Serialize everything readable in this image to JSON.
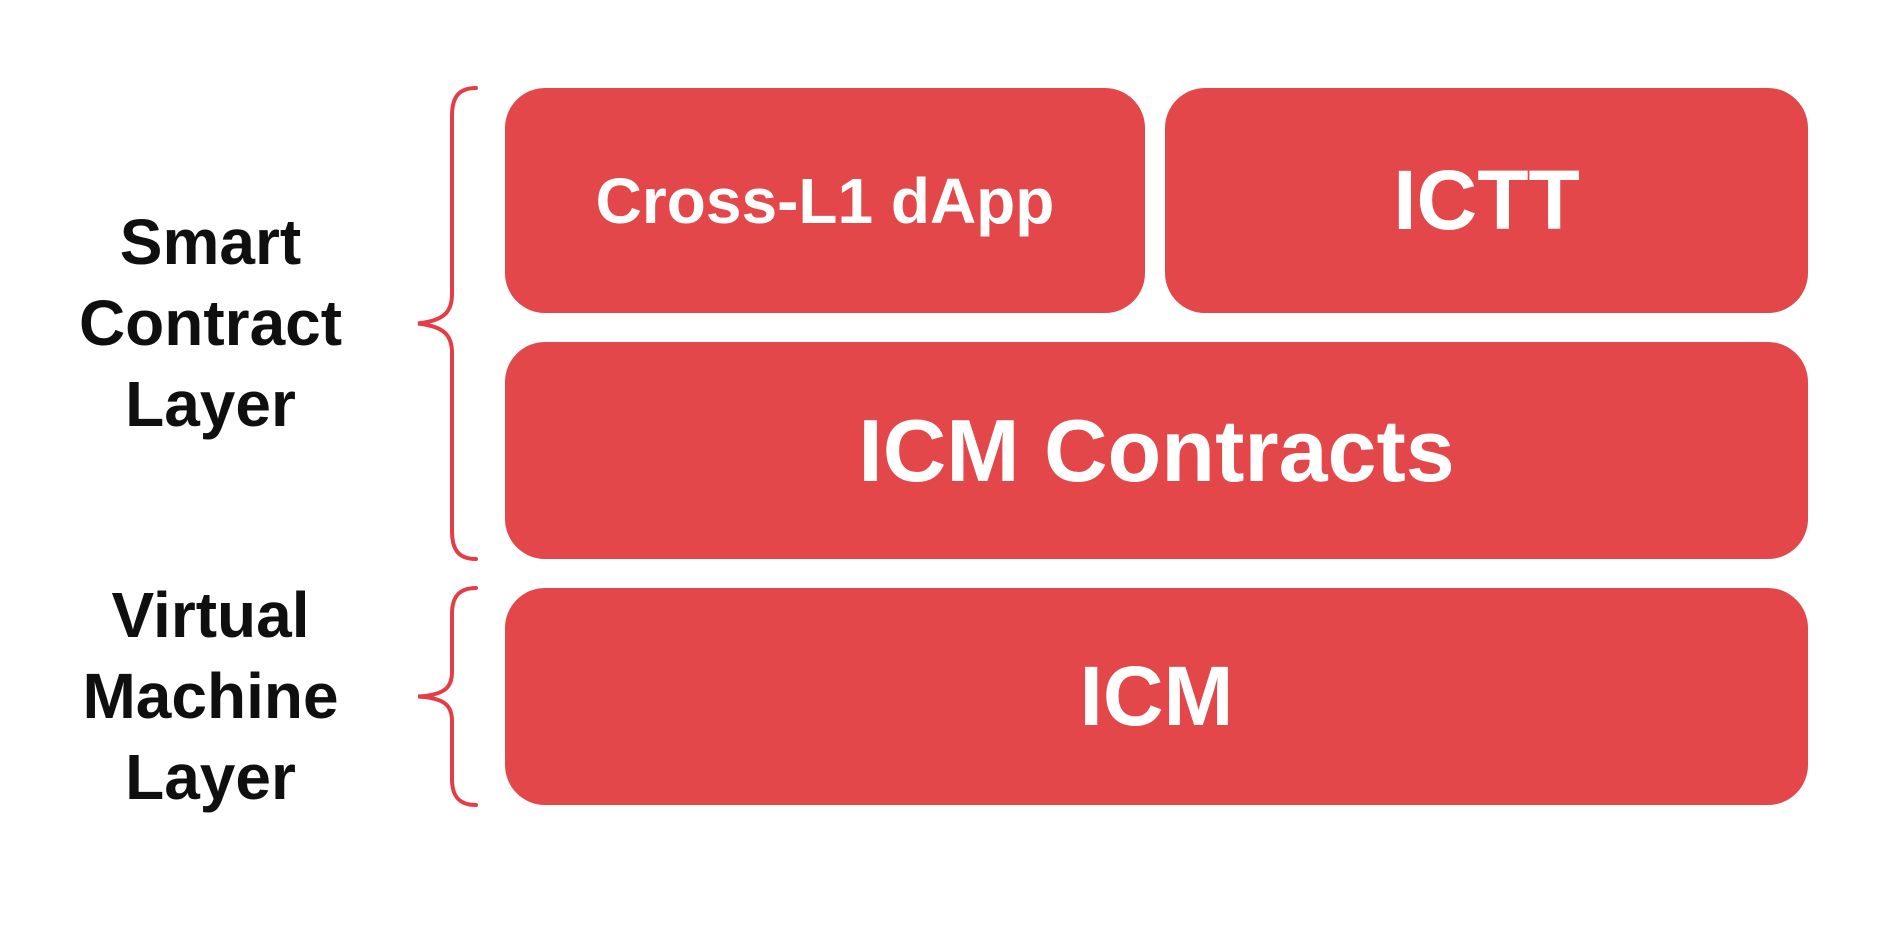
{
  "diagram": {
    "colors": {
      "background": "#FFFFFF",
      "box_fill": "#E3474A",
      "box_text": "#FFFFFF",
      "brace": "#E63C46",
      "label_text": "#0F0F0F"
    },
    "left_labels": {
      "smart_contract": {
        "text": "Smart Contract Layer",
        "lines": [
          "Smart",
          "Contract",
          "Layer"
        ]
      },
      "virtual_machine": {
        "text": "Virtual Machine Layer",
        "lines": [
          "Virtual",
          "Machine",
          "Layer"
        ]
      }
    },
    "boxes": {
      "cross_l1_dapp": {
        "label": "Cross-L1 dApp"
      },
      "ictt": {
        "label": "ICTT"
      },
      "icm_contracts": {
        "label": "ICM Contracts"
      },
      "icm": {
        "label": "ICM"
      }
    }
  }
}
